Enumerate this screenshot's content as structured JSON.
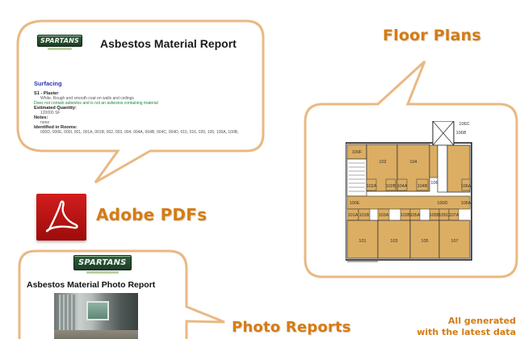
{
  "report": {
    "logo_text": "SPARTANS",
    "title": "Asbestos Material Report",
    "section": "Surfacing",
    "item_title": "S1 - Plaster",
    "item_description": "White, Rough and smooth coat on walls and ceilings",
    "status": "Does not contain asbestos and is not an asbestos containing material",
    "quantity_label": "Estimated Quantity:",
    "quantity_value": "120000 SF",
    "notes_label": "Notes:",
    "notes_value": "none",
    "rooms_label": "Identified in Rooms:",
    "rooms_value": "000D, 000E, 000I, 001, 001A, 001B, 002, 003, 004, 004A, 004B, 004C, 004D, 015, 016, 020, 100, 100A, 100B,"
  },
  "labels": {
    "floor_plans": "Floor Plans",
    "adobe_pdfs": "Adobe PDFs",
    "photo_reports": "Photo Reports",
    "generated_line1": "All generated",
    "generated_line2": "with the latest data"
  },
  "photo_report": {
    "logo_text": "SPARTANS",
    "title": "Asbestos Material Photo Report"
  },
  "floor_plan": {
    "rooms": [
      "100F",
      "102",
      "104",
      "106C",
      "106B",
      "100E",
      "106",
      "100D",
      "108A",
      "101A",
      "101B",
      "103A",
      "103B",
      "105A",
      "105B",
      "105C",
      "107A",
      "101",
      "103",
      "105",
      "107",
      "102A",
      "102B",
      "104A",
      "104B",
      "106A"
    ]
  },
  "colors": {
    "accent": "#d47c14",
    "bubble_border": "#e9b983",
    "room_fill": "#dcae63",
    "pdf_red": "#c81515"
  }
}
